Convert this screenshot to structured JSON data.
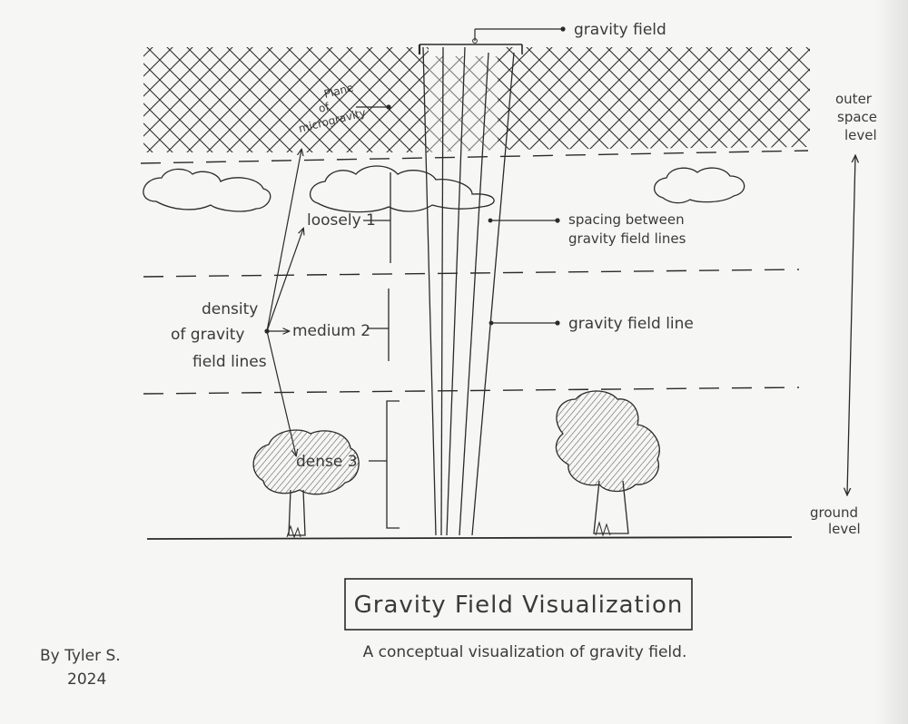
{
  "diagram": {
    "title": "Gravity Field Visualization",
    "subtitle": "A conceptual visualization of gravity field.",
    "author": "By Tyler S.",
    "year": "2024",
    "labels": {
      "gravity_field": "gravity field",
      "plane_line1": "Plane",
      "plane_line2": "of",
      "plane_line3": "microgravity",
      "outer_space_line1": "outer",
      "outer_space_line2": "space",
      "outer_space_line3": "level",
      "ground_line1": "ground",
      "ground_line2": "level",
      "spacing_line1": "spacing between",
      "spacing_line2": "gravity field lines",
      "field_line": "gravity field line",
      "density_line1": "density",
      "density_line2": "of gravity",
      "density_line3": "field lines",
      "loosely": "loosely 1",
      "medium": "medium 2",
      "dense": "dense 3"
    },
    "colors": {
      "ink": "#2a2a2a",
      "paper": "#f6f6f4",
      "shade": "#6a6a6a"
    }
  }
}
